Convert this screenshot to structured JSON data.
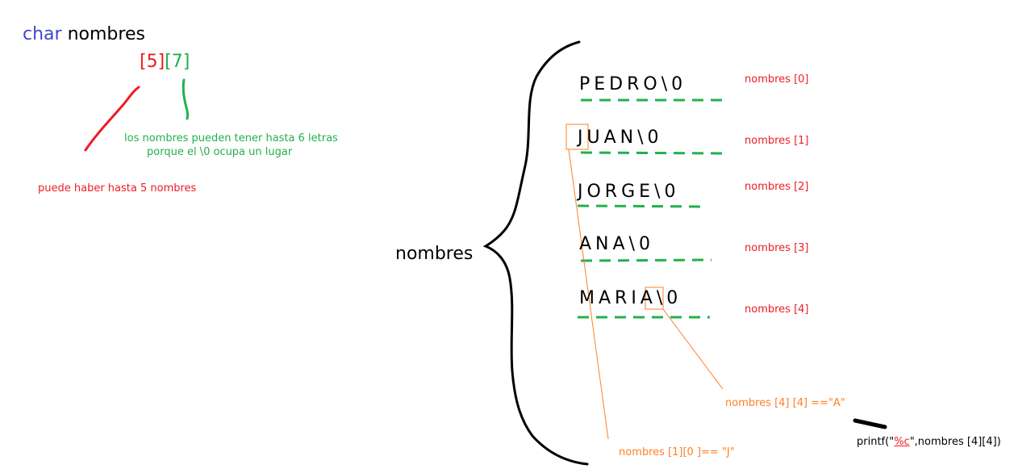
{
  "colors": {
    "keyword": "#3f48cc",
    "red": "#ed1c24",
    "green": "#22b14c",
    "orange": "#ff7f27",
    "black": "#000000"
  },
  "declaration": {
    "keyword": "char",
    "identifier": "nombres",
    "dim_rows": "[5]",
    "dim_cols": "[7]"
  },
  "notes": {
    "cols_line1": "los nombres pueden tener hasta 6 letras",
    "cols_line2": "porque el \\0 ocupa un lugar",
    "rows": "puede haber hasta 5 nombres"
  },
  "array_label": "nombres",
  "rows": [
    {
      "text": "PEDRO\\0",
      "index": "nombres [0]"
    },
    {
      "text": "JUAN\\0",
      "index": "nombres [1]"
    },
    {
      "text": "JORGE\\0",
      "index": "nombres [2]"
    },
    {
      "text": "ANA\\0",
      "index": "nombres [3]"
    },
    {
      "text": "MARIA\\0",
      "index": "nombres [4]"
    }
  ],
  "callouts": {
    "maria_a": "nombres [4] [4] ==\"A\"",
    "juan_j": "nombres [1][0 ]== \"J\""
  },
  "printf": {
    "prefix": "printf(\"",
    "format": "%c",
    "suffix": "\",nombres [4][4])"
  }
}
